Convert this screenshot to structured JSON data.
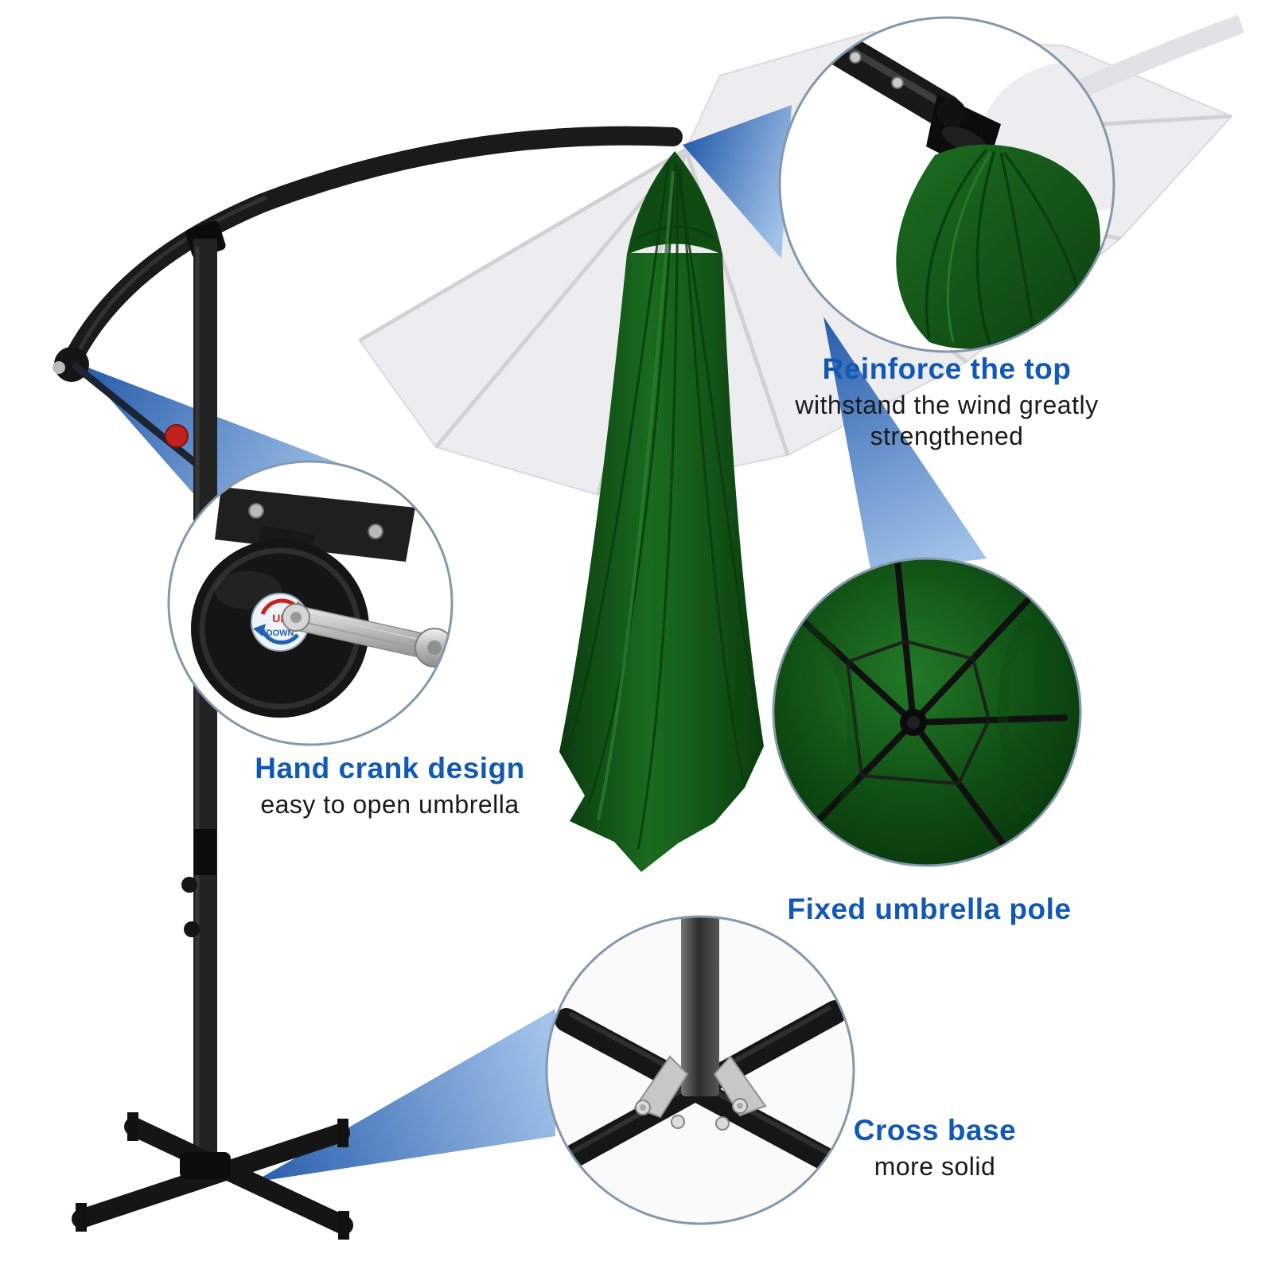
{
  "product": {
    "name": "offset-cantilever-patio-umbrella-infographic"
  },
  "colors": {
    "heading_blue": "#1159b5",
    "beam_blue_dark": "#1d55a8",
    "beam_blue_light": "#9dc0e8",
    "canopy_green": "#176018",
    "canopy_green_dark": "#0b3b0f",
    "frame_black": "#1a1a1a",
    "ghost_gray": "#ededf0",
    "crank_knob_red": "#c2201a",
    "chrome": "#d6d6d6"
  },
  "callouts": {
    "reinforce": {
      "heading": "Reinforce the top",
      "line1": "withstand the wind greatly",
      "line2": "strengthened"
    },
    "crank": {
      "heading": "Hand crank design",
      "sub": "easy to open umbrella",
      "dial_up": "UP",
      "dial_down": "DOWN"
    },
    "pole": {
      "heading": "Fixed umbrella pole"
    },
    "base": {
      "heading": "Cross base",
      "sub": "more solid"
    }
  }
}
